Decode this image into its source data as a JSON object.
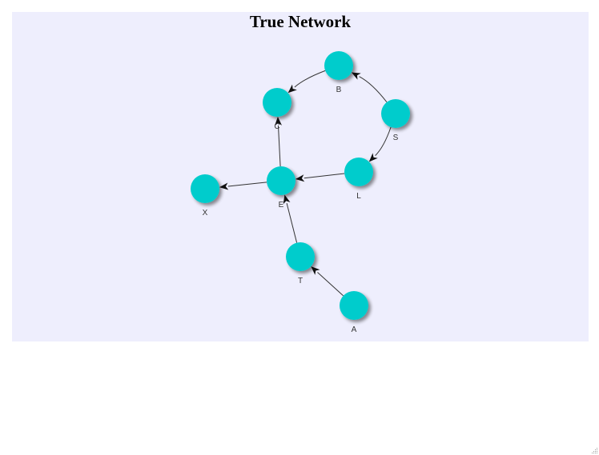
{
  "title": "True Network",
  "colors": {
    "panel_background": "#eeeefd",
    "node_fill": "#00cccc",
    "edge_stroke": "#333333",
    "label_color": "#333333"
  },
  "graph": {
    "nodes": [
      {
        "id": "B",
        "label": "B"
      },
      {
        "id": "C",
        "label": "C"
      },
      {
        "id": "S",
        "label": "S"
      },
      {
        "id": "L",
        "label": "L"
      },
      {
        "id": "E",
        "label": "E"
      },
      {
        "id": "X",
        "label": "X"
      },
      {
        "id": "T",
        "label": "T"
      },
      {
        "id": "A",
        "label": "A"
      }
    ],
    "edges": [
      {
        "from": "S",
        "to": "B"
      },
      {
        "from": "B",
        "to": "C"
      },
      {
        "from": "S",
        "to": "L"
      },
      {
        "from": "L",
        "to": "E"
      },
      {
        "from": "E",
        "to": "C"
      },
      {
        "from": "E",
        "to": "X"
      },
      {
        "from": "T",
        "to": "E"
      },
      {
        "from": "A",
        "to": "T"
      }
    ]
  },
  "resize_icon": "resize-grip-icon"
}
